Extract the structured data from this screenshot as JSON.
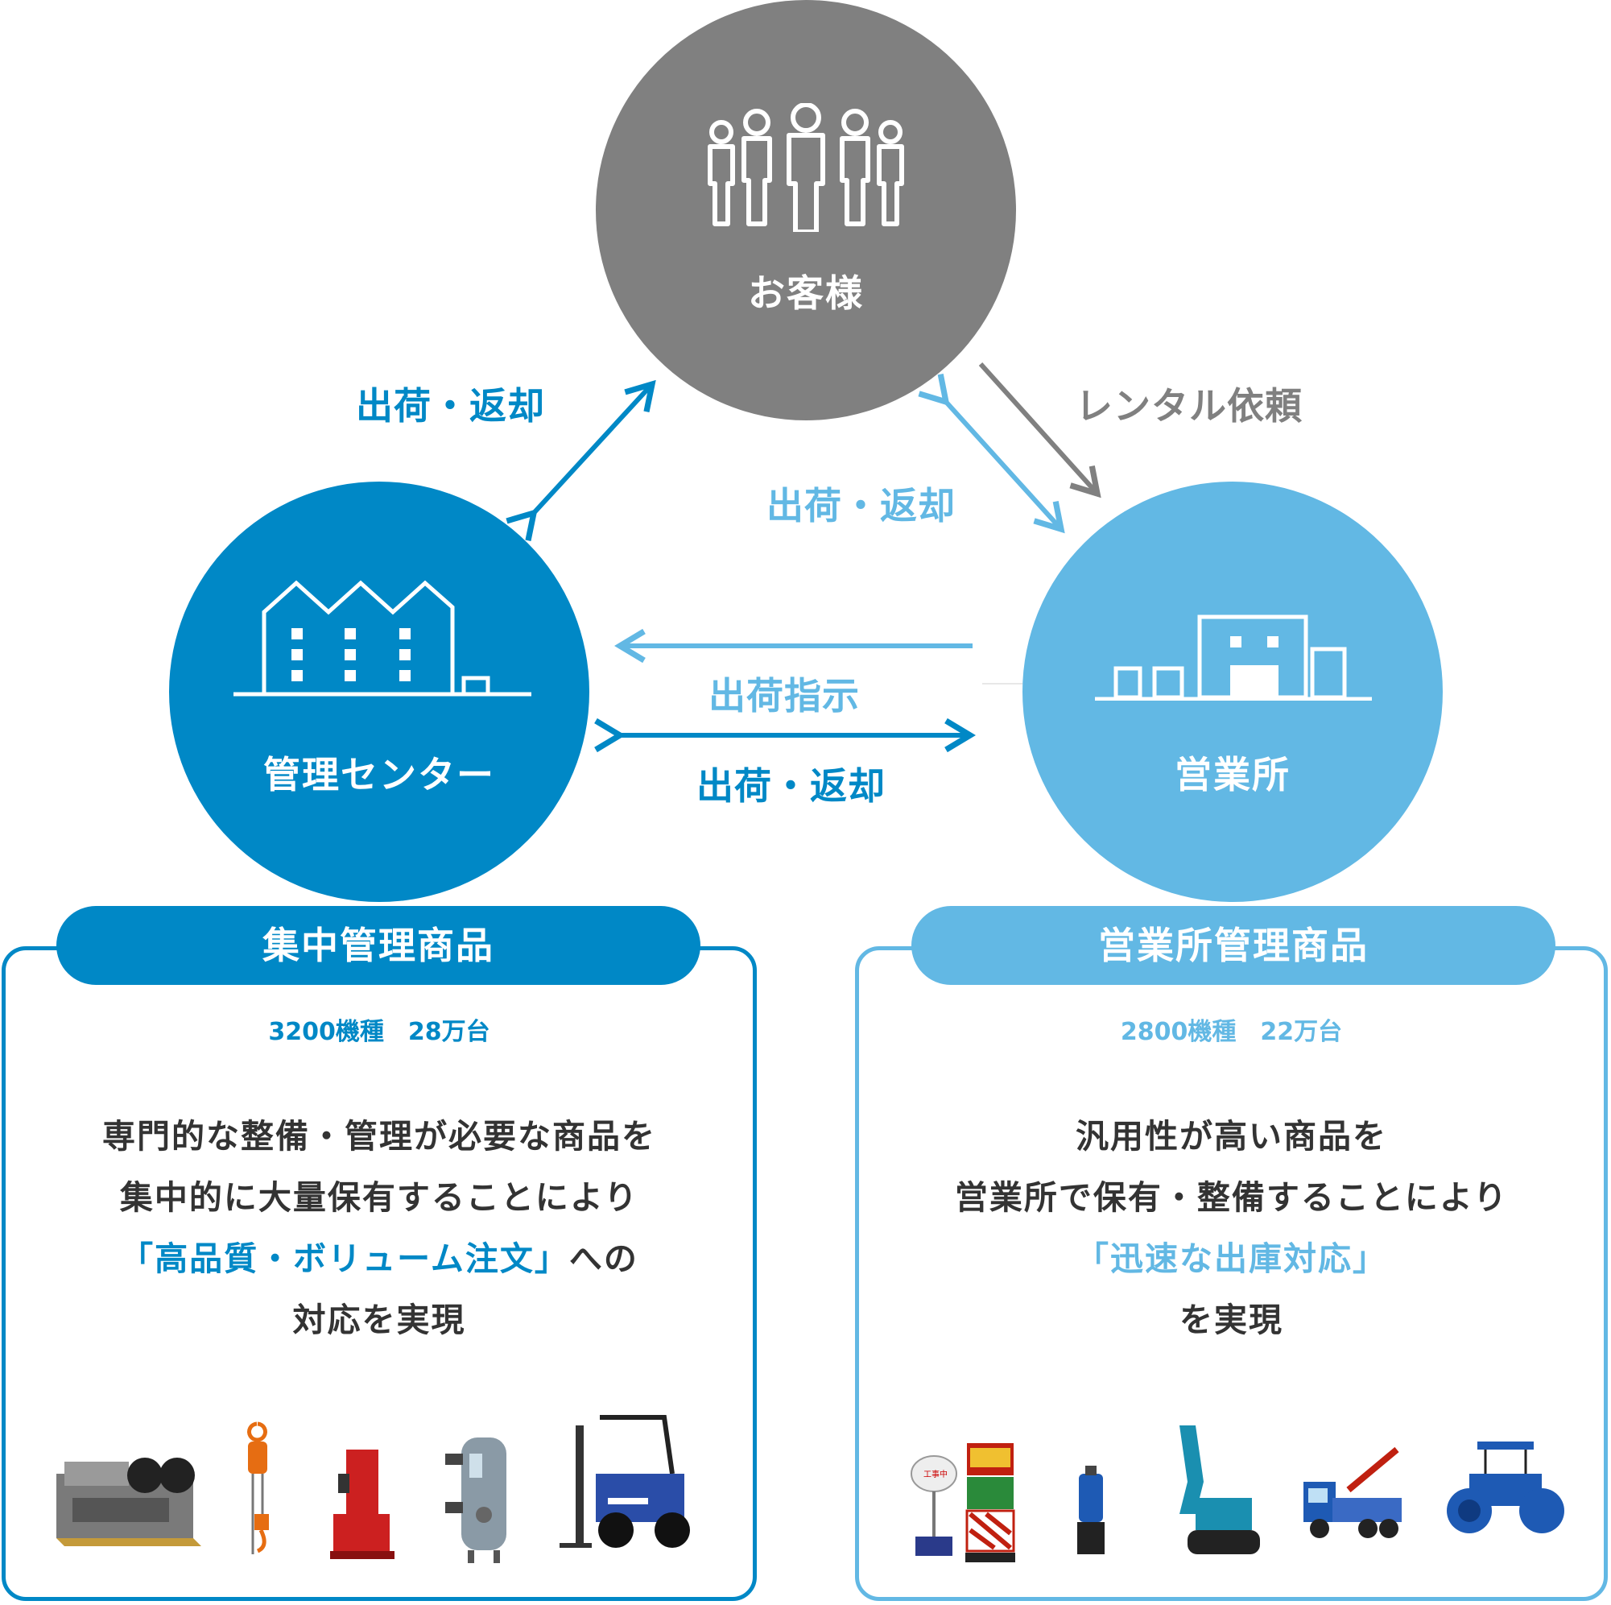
{
  "nodes": {
    "customer": {
      "label": "お客様",
      "color": "#808080"
    },
    "center": {
      "label": "管理センター",
      "color": "#0088c6"
    },
    "office": {
      "label": "営業所",
      "color": "#62b8e4"
    }
  },
  "edges": {
    "center_customer": "出荷・返却",
    "customer_office_request": "レンタル依頼",
    "office_customer": "出荷・返却",
    "shipping_instruction": "出荷指示",
    "center_office": "出荷・返却"
  },
  "panels": {
    "left": {
      "title": "集中管理商品",
      "stats": "3200機種　28万台",
      "line1": "専門的な整備・管理が必要な商品を",
      "line2": "集中的に大量保有することにより",
      "line3_highlight": "「高品質・ボリューム注文」",
      "line3_rest": "への",
      "line4": "対応を実現",
      "accent": "#0088c6",
      "products": [
        "engine-unit",
        "chain-hoist",
        "toe-jack",
        "air-tank",
        "forklift"
      ]
    },
    "right": {
      "title": "営業所管理商品",
      "stats": "2800機種　22万台",
      "line1": "汎用性が高い商品を",
      "line2": "営業所で保有・整備することにより",
      "line3_highlight": "「迅速な出庫対応」",
      "line4": "を実現",
      "accent": "#62b8e4",
      "products": [
        "balloon-light",
        "sign-board",
        "submersible-pump",
        "excavator",
        "crane-truck",
        "road-roller"
      ]
    }
  },
  "colors": {
    "gray": "#808080",
    "dark_blue": "#0088c6",
    "light_blue": "#62b8e4",
    "text": "#333333"
  }
}
